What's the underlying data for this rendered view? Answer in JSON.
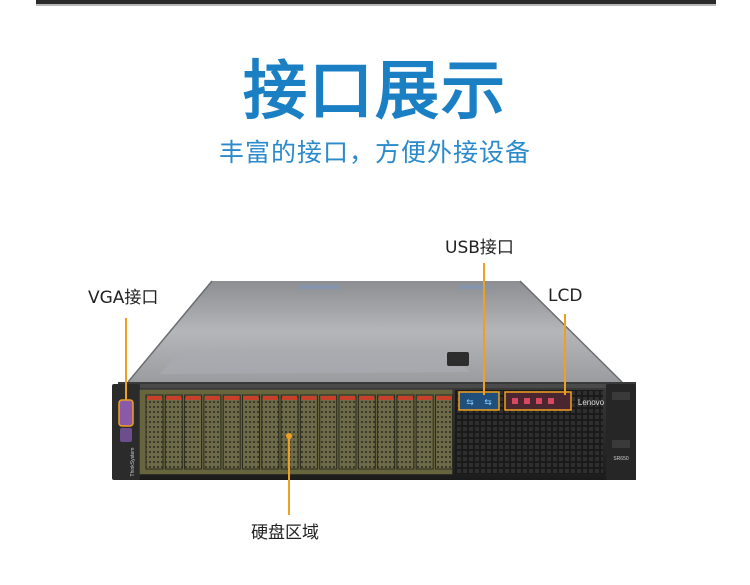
{
  "header": {
    "title": "接口展示",
    "subtitle": "丰富的接口，方便外接设备"
  },
  "callouts": {
    "vga": "VGA接口",
    "usb": "USB接口",
    "lcd": "LCD",
    "drives": "硬盘区域"
  },
  "server": {
    "brand": "Lenovo",
    "side_label": "ThinkSystem",
    "model": "SR650"
  },
  "colors": {
    "accent_blue": "#1b7fc4",
    "callout_orange": "#f0a020",
    "drive_highlight": "#e8e060"
  },
  "icons": {
    "usb": "usb-icon",
    "vga": "vga-port-icon"
  }
}
